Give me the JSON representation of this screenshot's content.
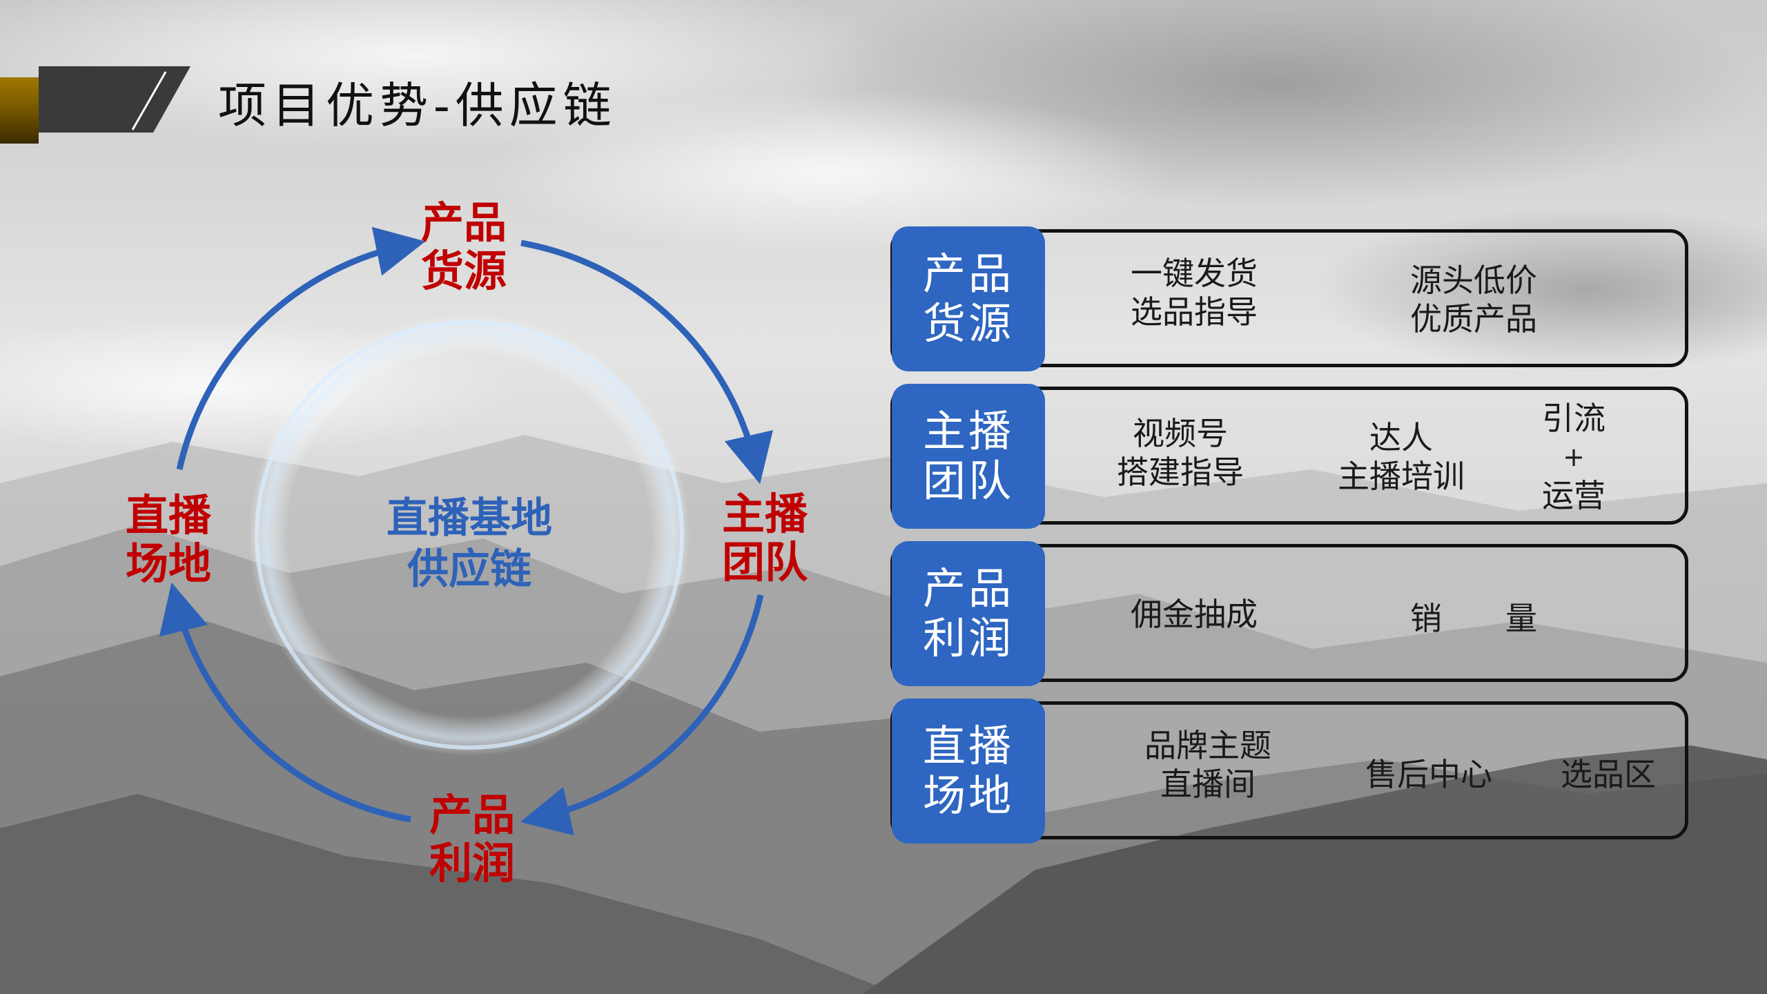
{
  "slide": {
    "title": "项目优势-供应链"
  },
  "cycle": {
    "center": [
      "直播基地",
      "供应链"
    ],
    "nodes": {
      "top": [
        "产品",
        "货源"
      ],
      "right": [
        "主播",
        "团队"
      ],
      "bottom": [
        "产品",
        "利润"
      ],
      "left": [
        "直播",
        "场地"
      ]
    },
    "colors": {
      "arrow": "#2e62b8",
      "node_text": "#c00000",
      "center_text": "#2e62b8"
    }
  },
  "table": {
    "rows": [
      {
        "header": [
          "产品",
          "货源"
        ],
        "cells": [
          [
            "一键发货",
            "选品指导"
          ],
          [
            "源头低价",
            "优质产品"
          ]
        ]
      },
      {
        "header": [
          "主播",
          "团队"
        ],
        "cells": [
          [
            "视频号",
            "搭建指导"
          ],
          [
            "达人",
            "主播培训"
          ],
          [
            "引流",
            "+",
            "运营"
          ]
        ]
      },
      {
        "header": [
          "产品",
          "利润"
        ],
        "cells": [
          [
            "佣金抽成"
          ],
          [
            "销　　量"
          ]
        ]
      },
      {
        "header": [
          "直播",
          "场地"
        ],
        "cells": [
          [
            "品牌主题",
            "直播间"
          ],
          [
            "售后中心"
          ],
          [
            "选品区"
          ]
        ]
      }
    ],
    "colors": {
      "header_bg": "#2e66c1",
      "border": "#111111"
    }
  }
}
